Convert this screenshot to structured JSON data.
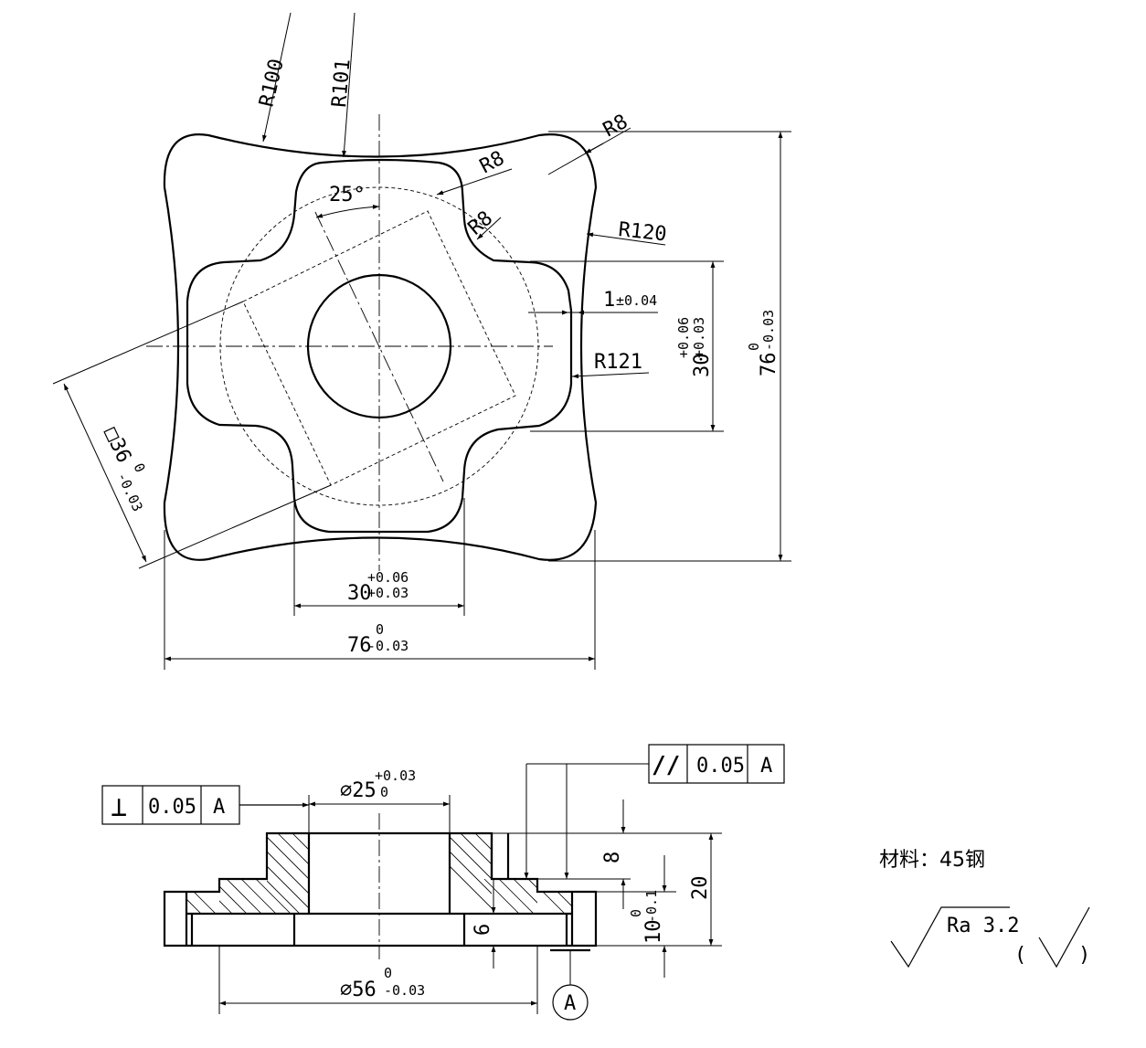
{
  "top_view": {
    "r100": "R100",
    "r101": "R101",
    "r8_a": "R8",
    "r8_b": "R8",
    "r8_c": "R8",
    "r120": "R120",
    "r121": "R121",
    "angle": "25°",
    "offset_nominal": "1",
    "offset_tol": "±0.04",
    "slot_h_nominal": "30",
    "slot_h_upper": "+0.06",
    "slot_h_lower": "+0.03",
    "outer_h_nominal": "76",
    "outer_h_upper": "0",
    "outer_h_lower": "-0.03",
    "slot_w_nominal": "30",
    "slot_w_upper": "+0.06",
    "slot_w_lower": "+0.03",
    "outer_w_nominal": "76",
    "outer_w_upper": "0",
    "outer_w_lower": "-0.03",
    "square_nominal": "□36",
    "square_upper": "0",
    "square_lower": "-0.03"
  },
  "section_view": {
    "perp_tolerance": {
      "symbol": "⊥",
      "value": "0.05",
      "datum": "A"
    },
    "parallel_tolerance": {
      "symbol": "//",
      "value": "0.05",
      "datum": "A"
    },
    "bore_nominal": "⌀25",
    "bore_upper": "+0.03",
    "bore_lower": "0",
    "dim_8": "8",
    "dim_20": "20",
    "dim_6": "6",
    "dim_10_nominal": "10",
    "dim_10_upper": "0",
    "dim_10_lower": "-0.1",
    "dia_56_nominal": "⌀56",
    "dia_56_upper": "0",
    "dia_56_lower": "-0.03",
    "datum_label": "A"
  },
  "notes": {
    "material": "材料：45钢",
    "roughness": "Ra 3.2",
    "paren_open": "(",
    "paren_close": ")"
  }
}
